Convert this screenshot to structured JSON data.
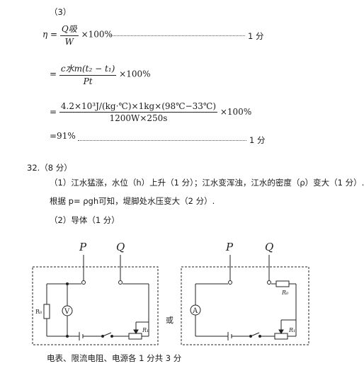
{
  "part3_label": "（3）",
  "eq1": {
    "lhs": "η =",
    "num": "Q吸",
    "den": "W",
    "tail": "×100%",
    "score": "1 分"
  },
  "eq2": {
    "lhs": "=",
    "num": "c水m(t₂ − t₁)",
    "den": "Pt",
    "tail": "×100%"
  },
  "eq3": {
    "lhs": "=",
    "num": "4.2×10³J/(kg·℃)×1kg×(98℃−33℃)",
    "den": "1200W×250s",
    "tail": "×100%"
  },
  "eq4": {
    "text": "=91%",
    "score": "1 分"
  },
  "q32": {
    "heading": "32.（8 分）",
    "line1": "（1）江水猛涨，水位（h）上升（1 分）；江水变浑浊，江水的密度（ρ）变大（1 分）.",
    "line2": "根据 p= ρgh可知，堤脚处水压变大（2 分）.",
    "line3": "（2）导体（1 分）"
  },
  "circuit": {
    "P": "P",
    "Q": "Q",
    "R0": "R₀",
    "R1": "R₁",
    "V": "V",
    "A": "A",
    "or": "或"
  },
  "footer": "电表、限流电阻、电源各 1 分共 3 分"
}
